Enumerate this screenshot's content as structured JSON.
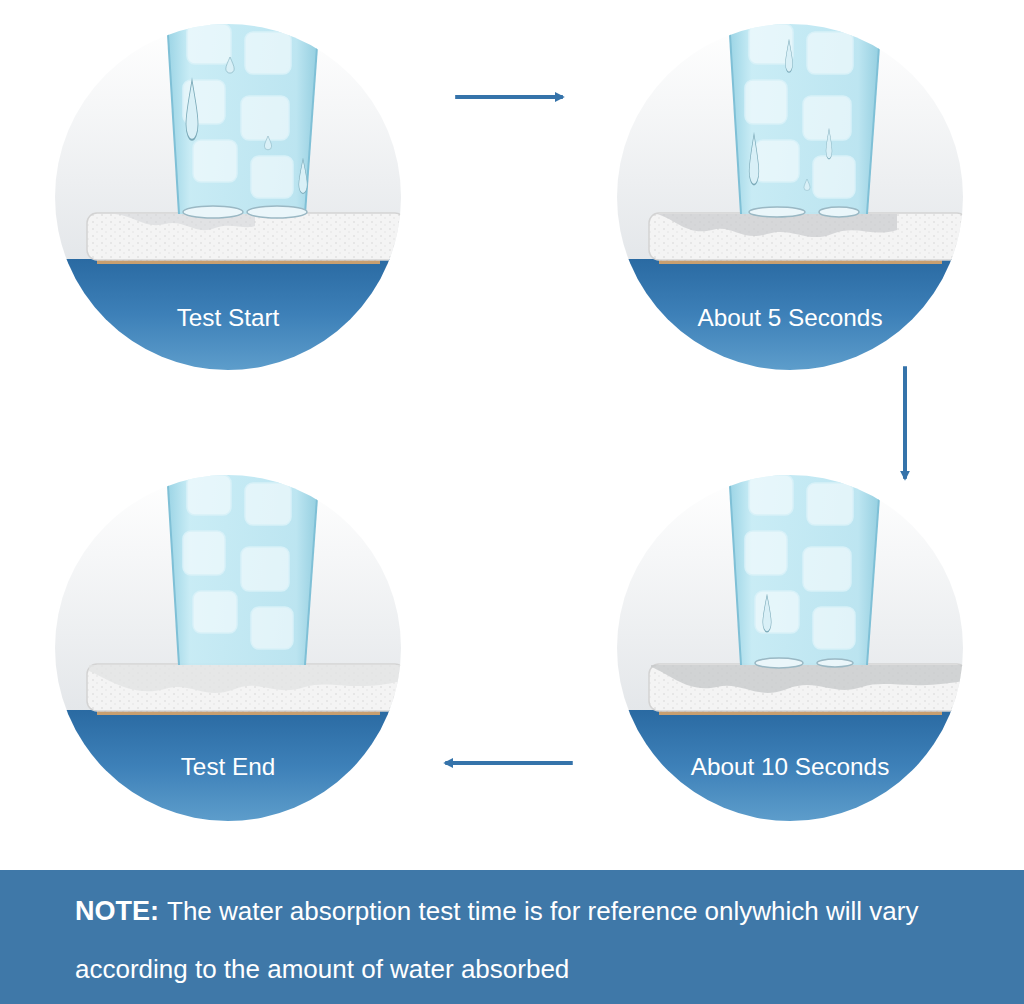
{
  "diagram": {
    "nodes": [
      {
        "text": [
          "Test Start"
        ]
      },
      {
        "text": [
          "About 5 Seconds"
        ]
      },
      {
        "text": [
          "Test End"
        ]
      },
      {
        "text": [
          "About 10 Seconds"
        ]
      },
      {
        "text": [
          "NOTE:",
          "The water absorption test time is for reference onlywhich will vary according to the amount of water absorbed"
        ]
      }
    ],
    "edges": [
      {
        "from": 0,
        "to": 1,
        "arrow": "to"
      },
      {
        "from": 1,
        "to": 3,
        "arrow": "to"
      },
      {
        "from": 3,
        "to": 2,
        "arrow": "to"
      }
    ]
  }
}
